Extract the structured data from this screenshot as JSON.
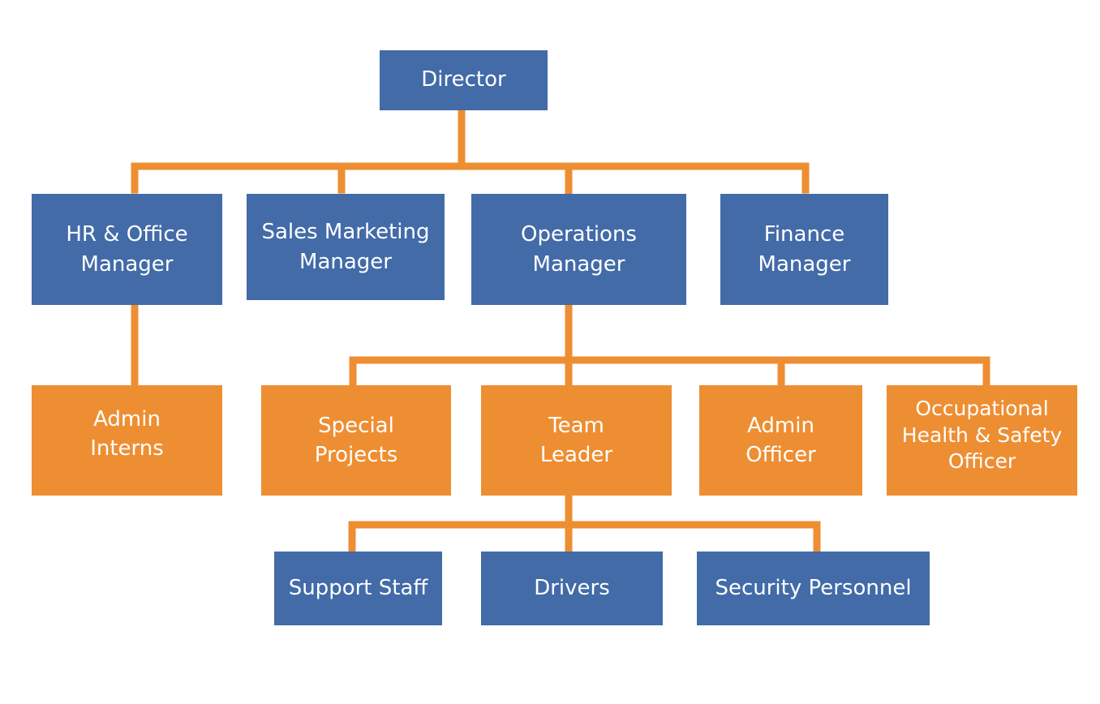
{
  "colors": {
    "manager_box": "#426ba8",
    "staff_box": "#ee8e32",
    "connector": "#ee8e32",
    "text": "#ffffff"
  },
  "nodes": {
    "director": {
      "lines": [
        "Director"
      ]
    },
    "hr_office_manager": {
      "lines": [
        "HR & Office",
        "Manager"
      ]
    },
    "sales_marketing_manager": {
      "lines": [
        "Sales Marketing",
        "Manager"
      ]
    },
    "operations_manager": {
      "lines": [
        "Operations",
        "Manager"
      ]
    },
    "finance_manager": {
      "lines": [
        "Finance",
        "Manager"
      ]
    },
    "admin_interns": {
      "lines": [
        "Admin",
        "Interns"
      ]
    },
    "special_projects": {
      "lines": [
        "Special",
        "Projects"
      ]
    },
    "team_leader": {
      "lines": [
        "Team",
        "Leader"
      ]
    },
    "admin_officer": {
      "lines": [
        "Admin",
        "Officer"
      ]
    },
    "ohs_officer": {
      "lines": [
        "Occupational",
        "Health & Safety",
        "Officer"
      ]
    },
    "support_staff": {
      "lines": [
        "Support Staff"
      ]
    },
    "drivers": {
      "lines": [
        "Drivers"
      ]
    },
    "security_personnel": {
      "lines": [
        "Security Personnel"
      ]
    }
  }
}
